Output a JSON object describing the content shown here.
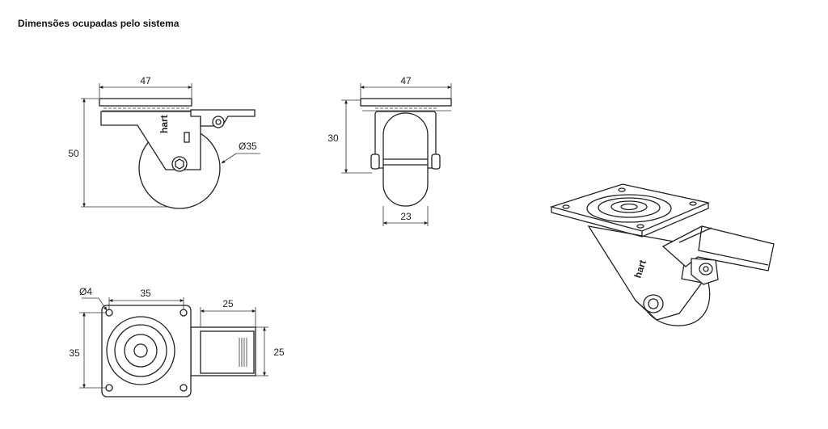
{
  "title": "Dimensões ocupadas pelo sistema",
  "brand": "hart",
  "side_view": {
    "width": "47",
    "height": "50",
    "wheel_diameter": "Ø35"
  },
  "front_view": {
    "width": "47",
    "height": "30",
    "wheel_width": "23"
  },
  "top_view": {
    "hole_diameter": "Ø4",
    "hole_spacing_x": "35",
    "hole_spacing_y": "35",
    "brake_length": "25",
    "brake_width": "25"
  }
}
